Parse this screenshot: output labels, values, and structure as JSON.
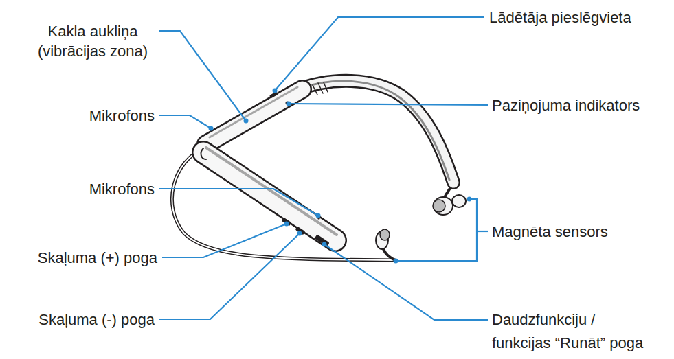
{
  "diagram": {
    "labels": [
      "Kakla aukliņa (vibrācijas zona)",
      "Lādētāja pieslēgvieta",
      "Mikrofons",
      "Paziņojuma indikators",
      "Mikrofons",
      "Magnēta sensors",
      "Skaļuma (+) poga",
      "Skaļuma (-) poga",
      "Daudzfunkciju / funkcijas “Runāt” poga"
    ]
  }
}
